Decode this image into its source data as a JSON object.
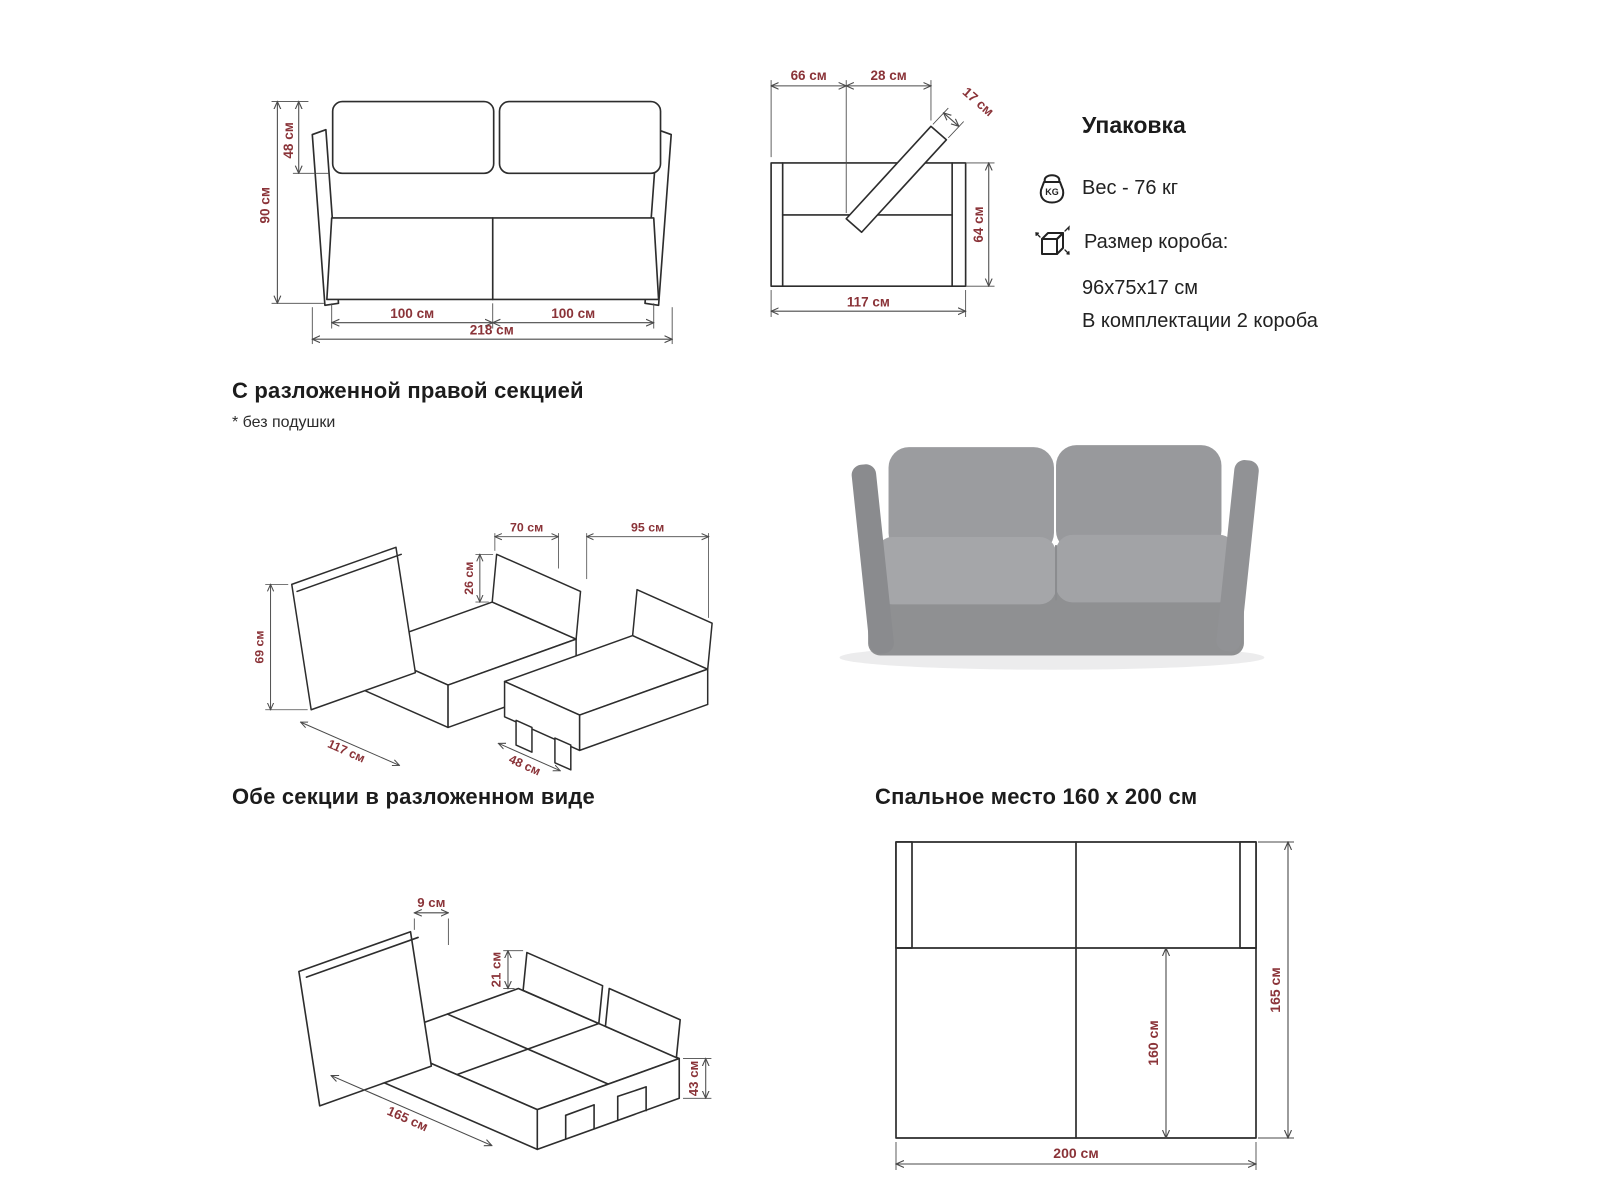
{
  "colors": {
    "dimension_text": "#8a3338",
    "drawing_line": "#2d2d2d",
    "sofa_gray": "#9b9c9f"
  },
  "front_view": {
    "dims": {
      "height": "90 см",
      "back": "48 см",
      "seat_left": "100 см",
      "seat_right": "100 см",
      "width": "218 см"
    }
  },
  "side_view": {
    "dims": {
      "seat_depth": "66 см",
      "cushion_depth": "28 см",
      "cushion_top": "17 см",
      "height": "64 см",
      "depth": "117 см"
    }
  },
  "packaging": {
    "title": "Упаковка",
    "kg": "KG",
    "weight": "Вес - 76 кг",
    "box_label": "Размер короба:",
    "box_size": "96х75х17 см",
    "kit": "В комплектации 2 короба"
  },
  "right_unfolded": {
    "title": "С разложенной правой секцией",
    "note": "* без подушки",
    "dims": {
      "d70": "70 см",
      "d95": "95 см",
      "d26": "26 см",
      "d69": "69 см",
      "d117": "117 см",
      "d48": "48 см"
    }
  },
  "both_unfolded": {
    "title": "Обе секции в разложенном виде",
    "dims": {
      "d9": "9 см",
      "d21": "21 см",
      "d43": "43 см",
      "d165": "165 см"
    }
  },
  "sleeping": {
    "title": "Спальное место 160 x 200 см",
    "dims": {
      "d160": "160 см",
      "d165": "165 см",
      "d200": "200 см"
    }
  }
}
